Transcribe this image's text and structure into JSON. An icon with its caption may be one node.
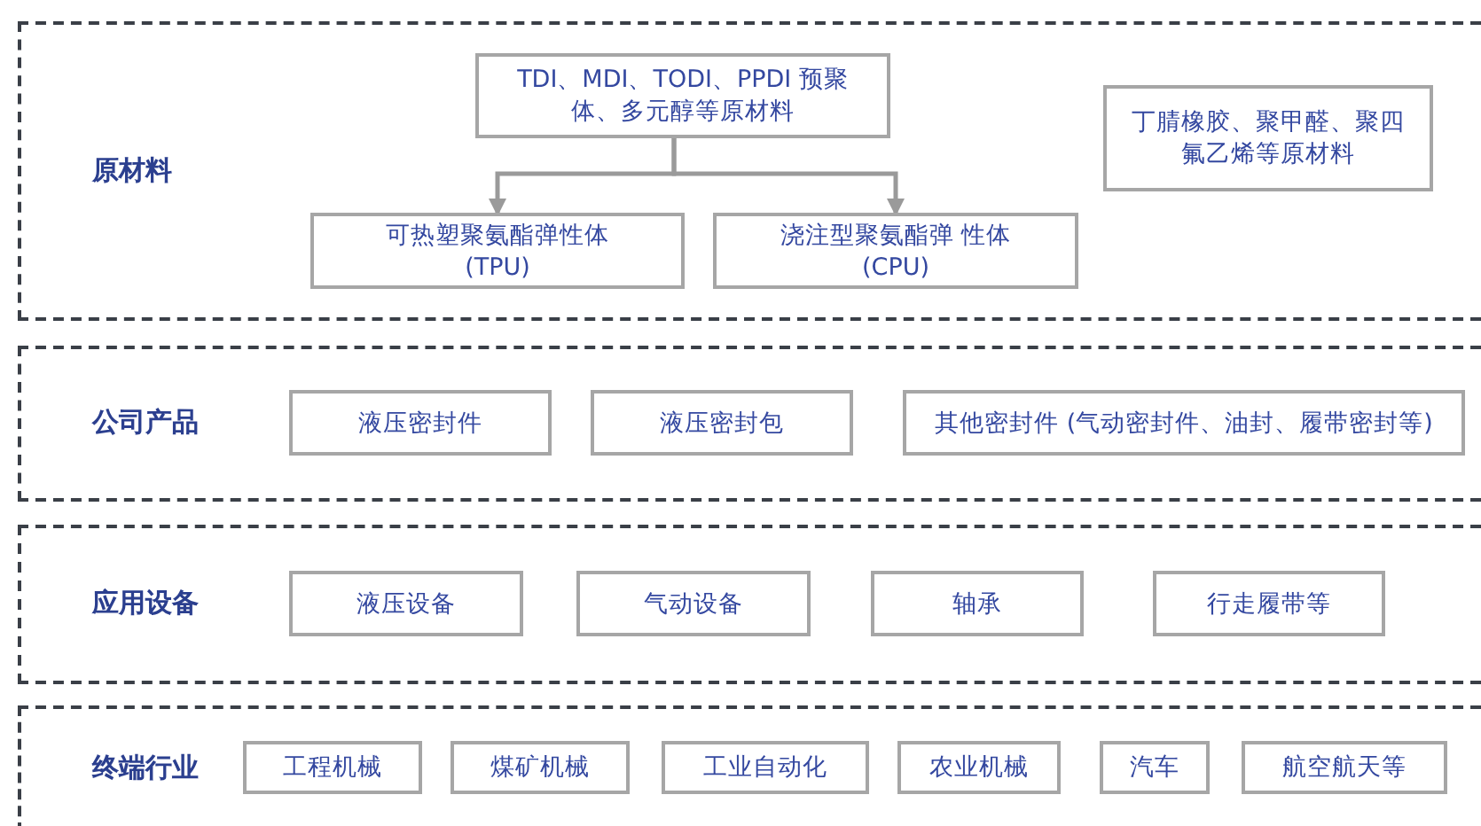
{
  "diagram": {
    "nodes": [
      {
        "text": [
          "原材料"
        ]
      },
      {
        "text": [
          "TDI、MDI、TODI、PPDI 预聚体、多元醇等原材料"
        ],
        "in": 0
      },
      {
        "text": [
          "丁腈橡胶、聚甲醛、聚四氟乙烯等原材料"
        ],
        "in": 0
      },
      {
        "text": [
          "可热塑聚氨酯弹性体 (TPU)"
        ],
        "in": 0
      },
      {
        "text": [
          "浇注型聚氨酯弹 性体 (CPU)"
        ],
        "in": 0
      },
      {
        "text": [
          "公司产品"
        ]
      },
      {
        "text": [
          "液压密封件"
        ],
        "in": 5
      },
      {
        "text": [
          "液压密封包"
        ],
        "in": 5
      },
      {
        "text": [
          "其他密封件 (气动密封件、油封、履带密封等)"
        ],
        "in": 5
      },
      {
        "text": [
          "应用设备"
        ]
      },
      {
        "text": [
          "液压设备"
        ],
        "in": 9
      },
      {
        "text": [
          "气动设备"
        ],
        "in": 9
      },
      {
        "text": [
          "轴承"
        ],
        "in": 9
      },
      {
        "text": [
          "行走履带等"
        ],
        "in": 9
      },
      {
        "text": [
          "终端行业"
        ]
      },
      {
        "text": [
          "工程机械"
        ],
        "in": 14
      },
      {
        "text": [
          "煤矿机械"
        ],
        "in": 14
      },
      {
        "text": [
          "工业自动化"
        ],
        "in": 14
      },
      {
        "text": [
          "农业机械"
        ],
        "in": 14
      },
      {
        "text": [
          "汽车"
        ],
        "in": 14
      },
      {
        "text": [
          "航空航天等"
        ],
        "in": 14
      }
    ],
    "edges": [
      {
        "from": 1,
        "to": 3,
        "arrow": "to"
      },
      {
        "from": 1,
        "to": 4,
        "arrow": "to"
      }
    ]
  }
}
